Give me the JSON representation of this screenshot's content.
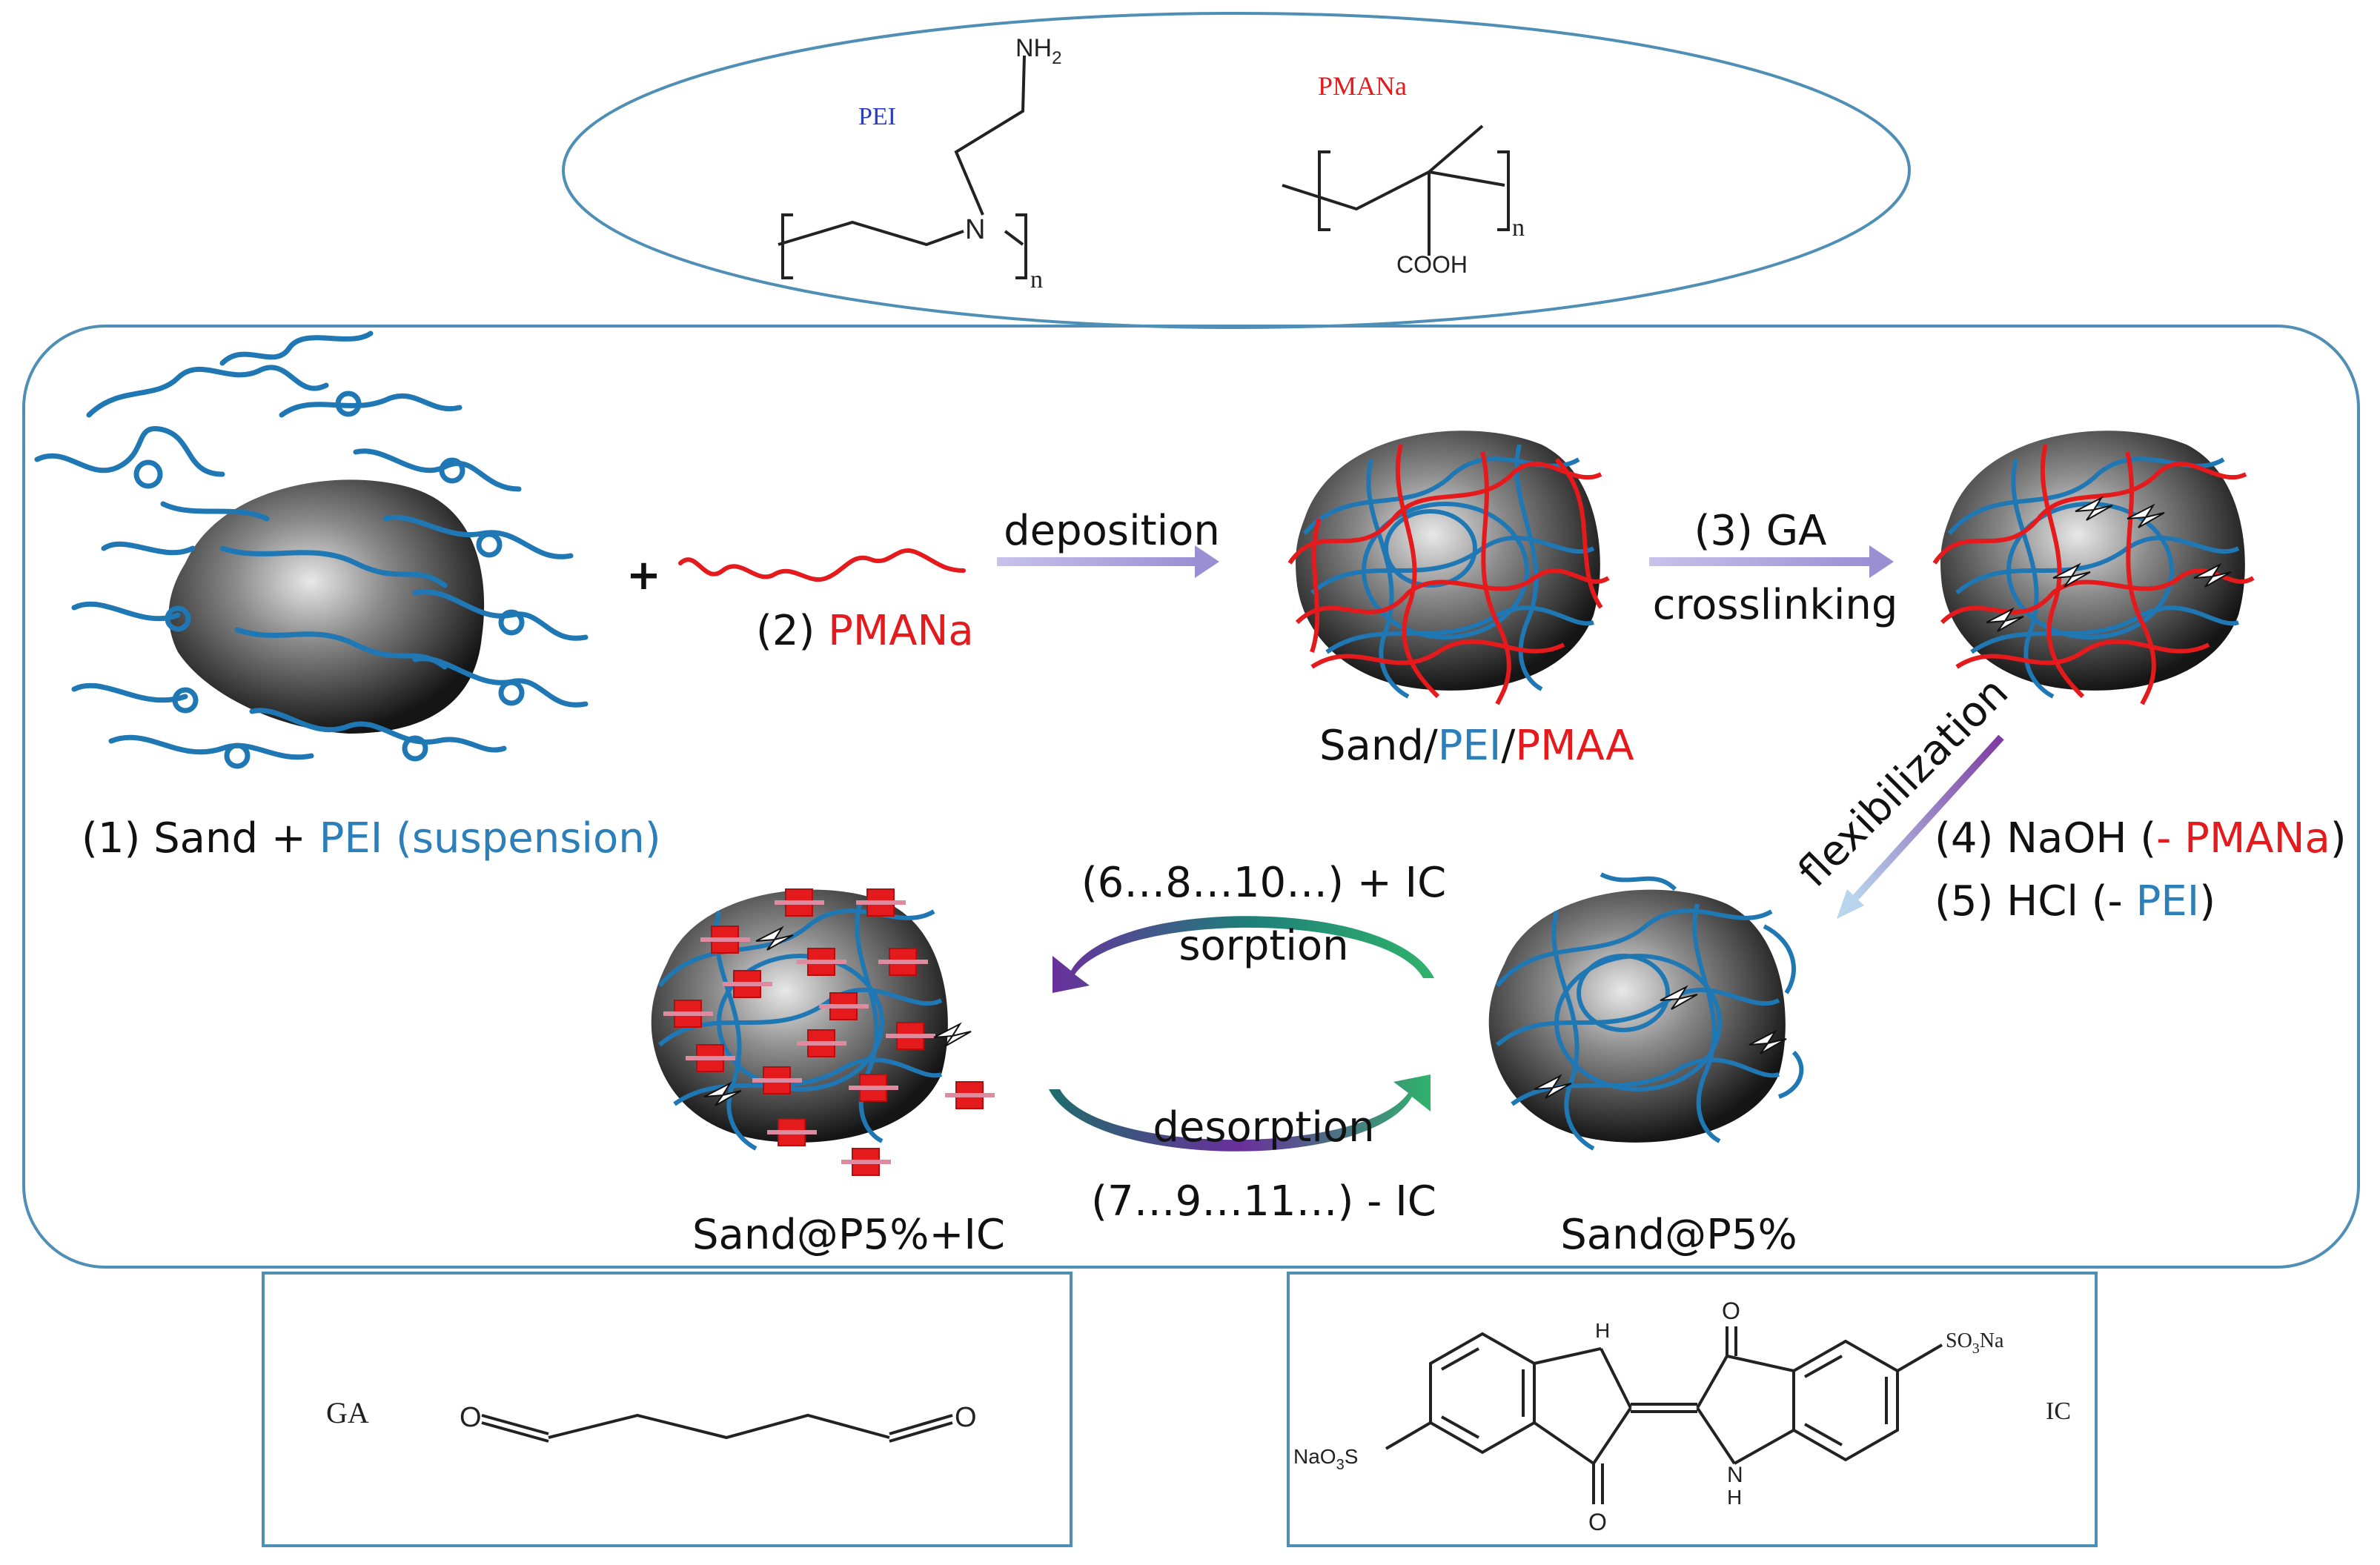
{
  "colors": {
    "frame": "#4f8fb5",
    "pei": "#1f77b4",
    "pmana": "#e41a1c",
    "pei_label": "#2c7fb8",
    "pmana_label": "#e41a1c",
    "arrow": "#a79fd6",
    "text": "#111111",
    "sand_dark": "#1a1a1a",
    "sand_light": "#c8c8c8"
  },
  "structures_top": {
    "pei_name": "PEI",
    "pmana_name": "PMANa",
    "nh2": "NH",
    "nh2_sub": "2",
    "n_atom": "N",
    "n_sub": "n",
    "cooh": "COOH"
  },
  "steps": {
    "step1_prefix": "(1) Sand + ",
    "step1_pei": "PEI (suspension)",
    "plus": "+",
    "step2_prefix": "(2) ",
    "step2_pmana": "PMANa",
    "deposition": "deposition",
    "product_sand": "Sand/",
    "product_pei": "PEI",
    "product_slash": "/",
    "product_pmaa": "PMAA",
    "step3_line1": "(3) GA",
    "step3_line2": "crosslinking",
    "flexibilization": "flexibilization",
    "step4_prefix": "(4) NaOH (",
    "step4_pmana": "- PMANa",
    "step4_suffix": ")",
    "step5_prefix": "(5) HCl (- ",
    "step5_pei": "PEI",
    "step5_suffix": ")",
    "sorption_line1": "(6…8…10…) + IC",
    "sorption_line2": "sorption",
    "desorption_line1": "desorption",
    "desorption_line2": "(7…9…11…) - IC",
    "sand_ic": "Sand@P5%+IC",
    "sand_p5": "Sand@P5%"
  },
  "structures_bottom": {
    "ga_name": "GA",
    "o": "O",
    "ic_name": "IC",
    "h": "H",
    "nh": "N",
    "so3na_left": "NaO",
    "so3na_left_sub": "3",
    "so3na_left_tail": "S",
    "so3na_right": "SO",
    "so3na_right_sub": "3",
    "so3na_right_tail": "Na"
  }
}
